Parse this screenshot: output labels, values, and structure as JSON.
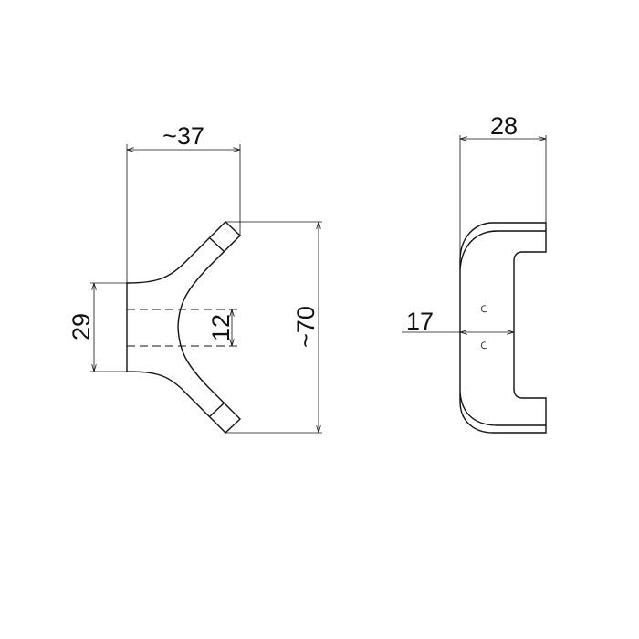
{
  "front_view": {
    "width_label": "~37",
    "height_label": "~70",
    "base_height_label": "29",
    "hole_spacing_label": "12"
  },
  "side_view": {
    "depth_label": "28",
    "inner_depth_label": "17"
  },
  "colors": {
    "line": "#111111",
    "background": "#ffffff"
  }
}
